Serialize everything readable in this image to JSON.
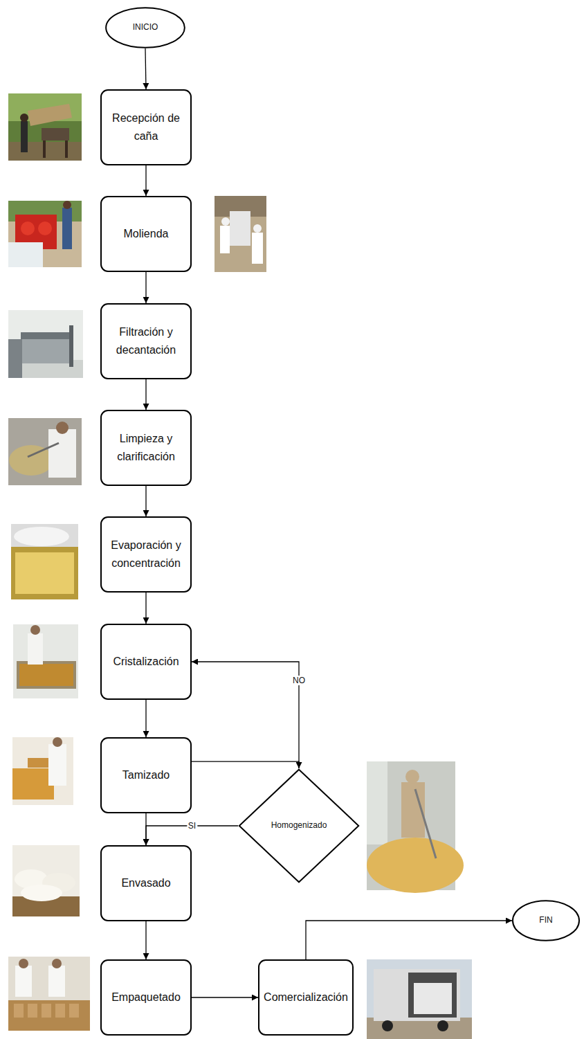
{
  "diagram": {
    "nodes": [
      {
        "text": [
          "INICIO"
        ]
      },
      {
        "text": [
          "Recepción de caña"
        ]
      },
      {
        "text": [
          "Molienda"
        ]
      },
      {
        "text": [
          "Filtración y decantación"
        ]
      },
      {
        "text": [
          "Limpieza y clarificación"
        ]
      },
      {
        "text": [
          "Evaporación y concentración"
        ]
      },
      {
        "text": [
          "Cristalización"
        ]
      },
      {
        "text": [
          "Tamizado"
        ]
      },
      {
        "text": [
          "Homogenizado"
        ]
      },
      {
        "text": [
          "Envasado"
        ]
      },
      {
        "text": [
          "Empaquetado"
        ]
      },
      {
        "text": [
          "Comercialización"
        ]
      },
      {
        "text": [
          "FIN"
        ]
      }
    ],
    "edges": [
      {
        "from": 0,
        "to": 1,
        "arrow": "to"
      },
      {
        "from": 1,
        "to": 2,
        "arrow": "to"
      },
      {
        "from": 2,
        "to": 3,
        "arrow": "to"
      },
      {
        "from": 3,
        "to": 4,
        "arrow": "to"
      },
      {
        "from": 4,
        "to": 5,
        "arrow": "to"
      },
      {
        "from": 5,
        "to": 6,
        "arrow": "to"
      },
      {
        "from": 6,
        "to": 7,
        "arrow": "to"
      },
      {
        "from": 7,
        "to": 8,
        "arrow": "to"
      },
      {
        "from": 8,
        "to": 6,
        "label": "NO",
        "arrow": "to"
      },
      {
        "from": 7,
        "to": 9,
        "arrow": "to"
      },
      {
        "from": 8,
        "to": 9,
        "label": "SI",
        "arrow": "to"
      },
      {
        "from": 9,
        "to": 10,
        "arrow": "to"
      },
      {
        "from": 10,
        "to": 11,
        "arrow": "to"
      },
      {
        "from": 11,
        "to": 12,
        "arrow": "to"
      }
    ]
  }
}
